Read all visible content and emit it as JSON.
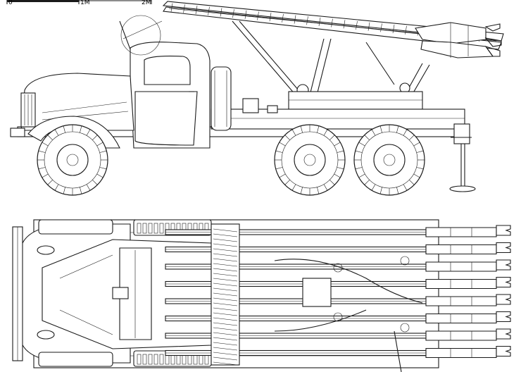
{
  "scale_bar": {
    "labels": [
      "0",
      "1M",
      "2M"
    ]
  },
  "views": {
    "side": {
      "name": "side-elevation"
    },
    "top": {
      "name": "plan-view"
    }
  },
  "colors": {
    "line": "#1a1a1a",
    "background": "#ffffff"
  },
  "rocket_count_top": 8,
  "wheel_count_side": 3
}
